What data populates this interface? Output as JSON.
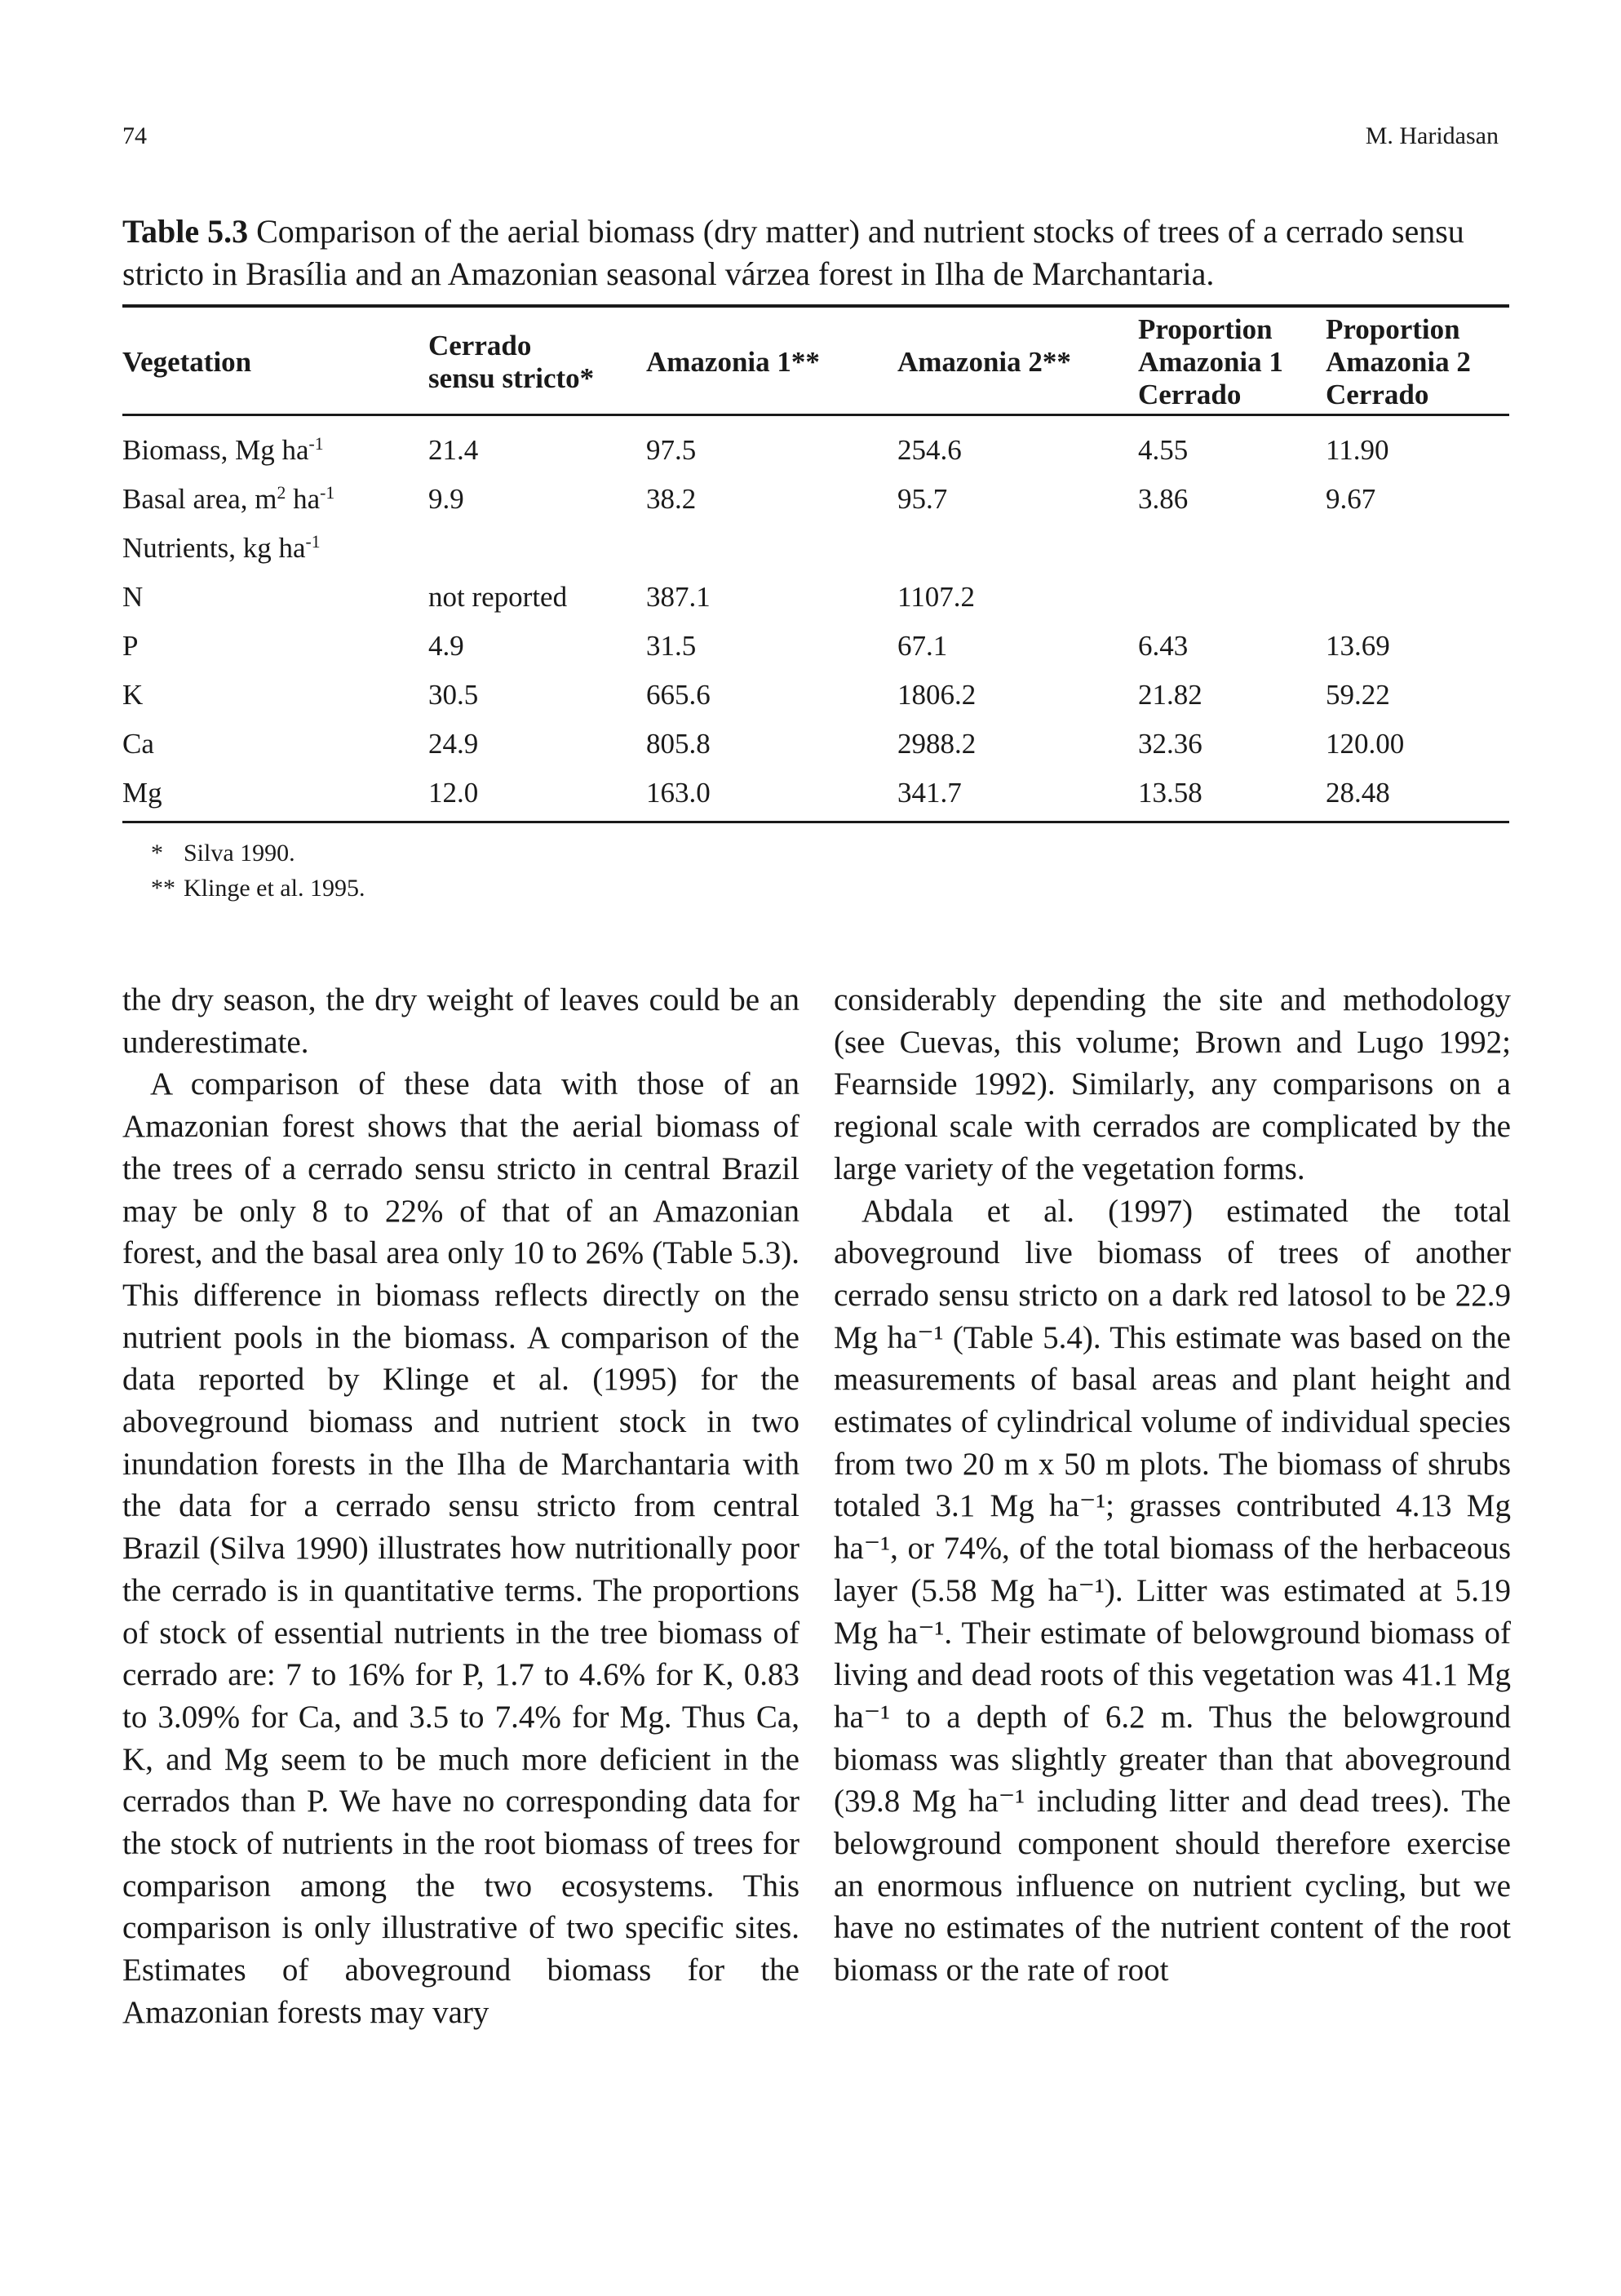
{
  "page": {
    "page_number": "74",
    "running_head": "M. Haridasan"
  },
  "table": {
    "caption_label": "Table 5.3",
    "caption_text": " Comparison of the aerial biomass (dry matter) and nutrient stocks of trees of a cerrado sensu stricto in Brasília and an Amazonian seasonal várzea forest in Ilha de Marchantaria.",
    "headers": {
      "vegetation": "Vegetation",
      "cerrado": [
        "Cerrado",
        "sensu stricto*"
      ],
      "amazonia1": "Amazonia 1**",
      "amazonia2": "Amazonia 2**",
      "proportion1": [
        "Proportion",
        "Amazonia 1",
        "Cerrado"
      ],
      "proportion2": [
        "Proportion",
        "Amazonia 2",
        "Cerrado"
      ]
    },
    "rows": [
      {
        "label": "Biomass, Mg ha",
        "label_sup": "-1",
        "cerrado": "21.4",
        "amazonia1": "97.5",
        "amazonia2": "254.6",
        "proportion1": "4.55",
        "proportion2": "11.90"
      },
      {
        "label": "Basal area, m",
        "label_sup": "2",
        "label_mid": " ha",
        "label_sup2": "-1",
        "cerrado": "9.9",
        "amazonia1": "38.2",
        "amazonia2": "95.7",
        "proportion1": "3.86",
        "proportion2": "9.67"
      },
      {
        "label": "Nutrients, kg ha",
        "label_sup": "-1",
        "cerrado": "",
        "amazonia1": "",
        "amazonia2": "",
        "proportion1": "",
        "proportion2": ""
      },
      {
        "label": "N",
        "cerrado": "not reported",
        "amazonia1": "387.1",
        "amazonia2": "1107.2",
        "proportion1": "",
        "proportion2": ""
      },
      {
        "label": "P",
        "cerrado": "4.9",
        "amazonia1": "31.5",
        "amazonia2": "67.1",
        "proportion1": "6.43",
        "proportion2": "13.69"
      },
      {
        "label": "K",
        "cerrado": "30.5",
        "amazonia1": "665.6",
        "amazonia2": "1806.2",
        "proportion1": "21.82",
        "proportion2": "59.22"
      },
      {
        "label": "Ca",
        "cerrado": "24.9",
        "amazonia1": "805.8",
        "amazonia2": "2988.2",
        "proportion1": "32.36",
        "proportion2": "120.00"
      },
      {
        "label": "Mg",
        "cerrado": "12.0",
        "amazonia1": "163.0",
        "amazonia2": "341.7",
        "proportion1": "13.58",
        "proportion2": "28.48"
      }
    ],
    "footnotes": [
      {
        "mark": "*",
        "text": "Silva 1990."
      },
      {
        "mark": "**",
        "text": "Klinge et al. 1995."
      }
    ]
  },
  "body": {
    "left_column": [
      {
        "indent": false,
        "text": "the dry season, the dry weight of leaves could be an underestimate."
      },
      {
        "indent": true,
        "text": "A comparison of these data with those of an Amazonian forest shows that the aerial biomass of the trees of a cerrado sensu stricto in central Brazil may be only 8 to 22% of that of an Amazonian forest, and the basal area only 10 to 26% (Table 5.3). This difference in biomass reflects directly on the nutrient pools in the biomass. A comparison of the data reported by Klinge et al. (1995) for the aboveground biomass and nutrient stock in two inundation forests in the Ilha de Marchantaria with the data for a cerrado sensu stricto from central Brazil (Silva 1990) illustrates how nutritionally poor the cerrado is in quantitative terms. The proportions of stock of essential nutrients in the tree biomass of cerrado are: 7 to 16% for P, 1.7 to 4.6% for K, 0.83 to 3.09% for Ca, and 3.5 to 7.4% for Mg. Thus Ca, K, and Mg seem to be much more deficient in the cerrados than P. We have no corresponding data for the stock of nutrients in the root biomass of trees for comparison among the two ecosystems. This comparison is only illustrative of two specific sites. Estimates of aboveground biomass for the Amazonian forests may vary"
      }
    ],
    "right_column": [
      {
        "indent": false,
        "text": "considerably depending the site and methodology (see Cuevas, this volume; Brown and Lugo 1992; Fearnside 1992). Similarly, any comparisons on a regional scale with cerrados are complicated by the large variety of the vegetation forms."
      },
      {
        "indent": true,
        "text": "Abdala et al. (1997) estimated the total aboveground live biomass of trees of another cerrado sensu stricto on a dark red latosol to be 22.9 Mg ha⁻¹ (Table 5.4). This estimate was based on the measurements of basal areas and plant height and estimates of cylindrical volume of individual species from two 20 m x 50 m plots. The biomass of shrubs totaled 3.1 Mg ha⁻¹; grasses contributed 4.13 Mg ha⁻¹, or 74%, of the total biomass of the herbaceous layer (5.58 Mg ha⁻¹). Litter was estimated at 5.19 Mg ha⁻¹. Their estimate of belowground biomass of living and dead roots of this vegetation was 41.1 Mg ha⁻¹ to a depth of 6.2 m. Thus the belowground biomass was slightly greater than that aboveground (39.8 Mg ha⁻¹ including litter and dead trees). The belowground component should therefore exercise an enormous influence on nutrient cycling, but we have no estimates of the nutrient content of the root biomass or the rate of root"
      }
    ]
  }
}
